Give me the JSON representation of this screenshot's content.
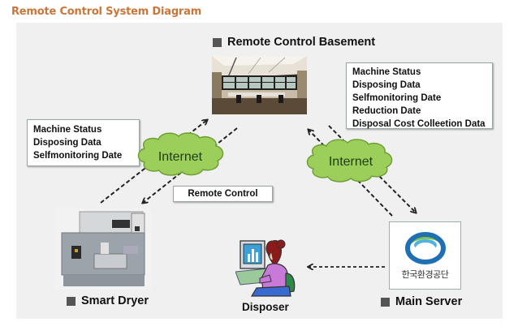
{
  "title": "Remote Control System Diagram",
  "colors": {
    "title": "#c8763a",
    "panel_background": "#f0f0f0",
    "cloud_fill": "#9ccf5a",
    "cloud_stroke": "#6f9f38",
    "arrow": "#222222",
    "logo_green": "#7cc242",
    "logo_blue": "#1f6fb5",
    "logo_lightblue": "#4fb3e0"
  },
  "nodes": {
    "basement": {
      "label": "Remote Control Basement",
      "icon": "control-room-photo"
    },
    "dryer": {
      "label": "Smart Dryer",
      "icon": "dryer-machine-photo"
    },
    "server": {
      "label": "Main Server",
      "icon": "korea-environment-corporation-logo",
      "logo_text": "한국환경공단"
    },
    "disposer": {
      "label": "Disposer",
      "icon": "person-at-computer-clipart"
    }
  },
  "clouds": [
    {
      "id": "left",
      "label": "Internet"
    },
    {
      "id": "right",
      "label": "Internet"
    }
  ],
  "boxes": {
    "dryer_to_basement": [
      "Machine Status",
      "Disposing Data",
      "Selfmonitoring Date"
    ],
    "server_data": [
      "Machine Status",
      "Disposing Data",
      "Selfmonitoring Date",
      "Reduction Date",
      "Disposal Cost Colleetion Data"
    ],
    "remote_control": "Remote Control"
  }
}
